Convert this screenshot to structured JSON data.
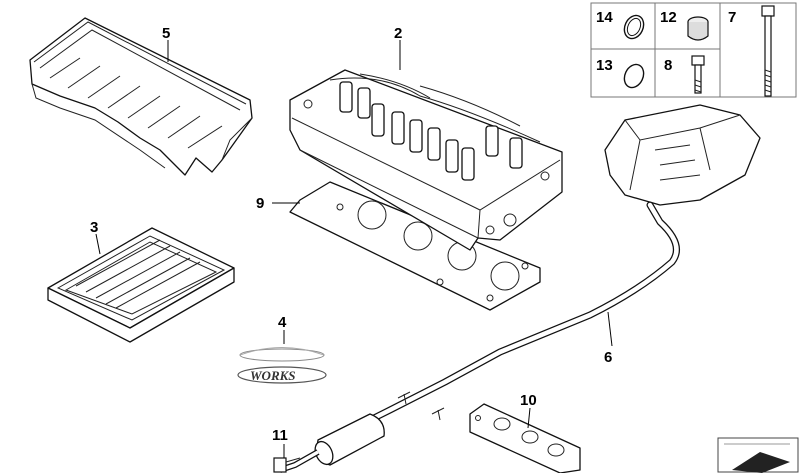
{
  "callouts": {
    "c2": "2",
    "c3": "3",
    "c4": "4",
    "c5": "5",
    "c6": "6",
    "c7": "7",
    "c8": "8",
    "c9": "9",
    "c10": "10",
    "c11": "11",
    "c12": "12",
    "c13": "13",
    "c14": "14"
  },
  "logo_text": "WORKS"
}
